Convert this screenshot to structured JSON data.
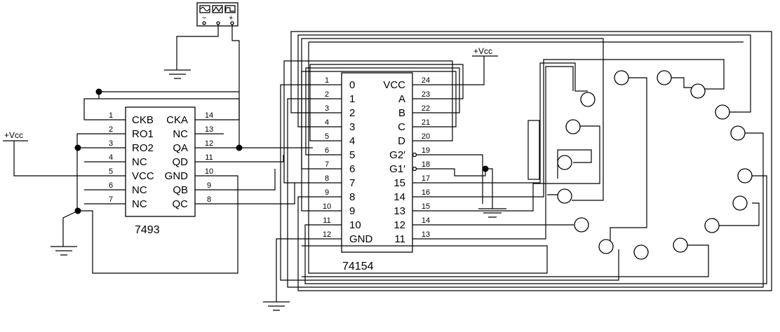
{
  "ic7493": {
    "name": "7493",
    "left_pins": [
      {
        "num": "1",
        "label": "CKB"
      },
      {
        "num": "2",
        "label": "RO1"
      },
      {
        "num": "3",
        "label": "RO2"
      },
      {
        "num": "4",
        "label": "NC"
      },
      {
        "num": "5",
        "label": "VCC"
      },
      {
        "num": "6",
        "label": "NC"
      },
      {
        "num": "7",
        "label": "NC"
      }
    ],
    "right_pins": [
      {
        "num": "14",
        "label": "CKA"
      },
      {
        "num": "13",
        "label": "NC"
      },
      {
        "num": "12",
        "label": "QA"
      },
      {
        "num": "11",
        "label": "QD"
      },
      {
        "num": "10",
        "label": "GND"
      },
      {
        "num": "9",
        "label": "QB"
      },
      {
        "num": "8",
        "label": "QC"
      }
    ]
  },
  "ic74154": {
    "name": "74154",
    "left_pins": [
      {
        "num": "1",
        "label": "0"
      },
      {
        "num": "2",
        "label": "1"
      },
      {
        "num": "3",
        "label": "2"
      },
      {
        "num": "4",
        "label": "3"
      },
      {
        "num": "5",
        "label": "4"
      },
      {
        "num": "6",
        "label": "5"
      },
      {
        "num": "7",
        "label": "6"
      },
      {
        "num": "8",
        "label": "7"
      },
      {
        "num": "9",
        "label": "8"
      },
      {
        "num": "10",
        "label": "9"
      },
      {
        "num": "11",
        "label": "10"
      },
      {
        "num": "12",
        "label": "GND"
      }
    ],
    "right_pins": [
      {
        "num": "24",
        "label": "VCC"
      },
      {
        "num": "23",
        "label": "A"
      },
      {
        "num": "22",
        "label": "B"
      },
      {
        "num": "21",
        "label": "C"
      },
      {
        "num": "20",
        "label": "D"
      },
      {
        "num": "19",
        "label": "G2′"
      },
      {
        "num": "18",
        "label": "G1′"
      },
      {
        "num": "17",
        "label": "15"
      },
      {
        "num": "16",
        "label": "14"
      },
      {
        "num": "15",
        "label": "13"
      },
      {
        "num": "14",
        "label": "12"
      },
      {
        "num": "13",
        "label": "11"
      }
    ]
  },
  "supply_left": "+Vcc",
  "supply_top": "+Vcc",
  "signal_generator": {
    "minus": "−",
    "plus": "+"
  }
}
